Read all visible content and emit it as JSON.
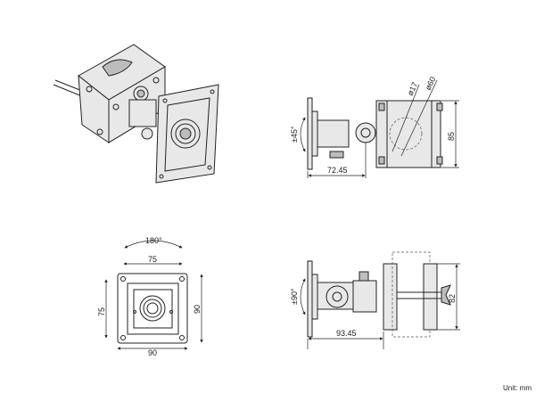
{
  "views": {
    "iso": {},
    "side_top": {
      "angle": "±45°",
      "width": "72.45",
      "height": "85",
      "dia_small": "ø17",
      "dia_large": "ø60"
    },
    "front": {
      "rotation": "180°",
      "hole_spacing_h": "75",
      "hole_spacing_v": "75",
      "plate_width": "90",
      "plate_height": "90"
    },
    "side_bottom": {
      "angle": "±90°",
      "width": "93.45",
      "height": "82"
    }
  },
  "unit_label": "Unit: mm"
}
